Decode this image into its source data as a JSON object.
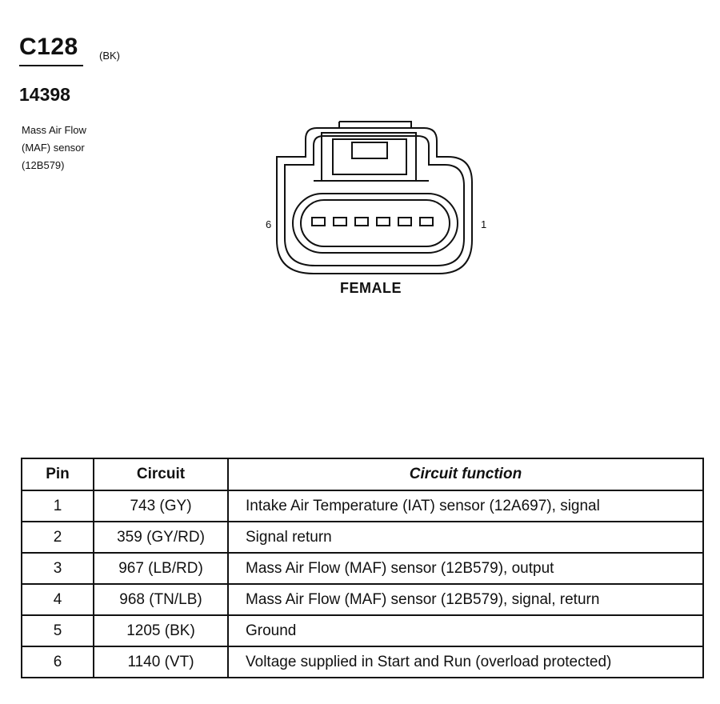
{
  "connector": {
    "id": "C128",
    "color_code": "(BK)",
    "part_number": "14398",
    "component_lines": [
      "Mass Air Flow",
      "(MAF) sensor",
      "(12B579)"
    ]
  },
  "diagram": {
    "pin_left_label": "6",
    "pin_right_label": "1",
    "gender": "FEMALE",
    "cavity_count": 6
  },
  "table": {
    "headers": {
      "pin": "Pin",
      "circuit": "Circuit",
      "function": "Circuit function"
    },
    "rows": [
      {
        "pin": "1",
        "circuit": "743 (GY)",
        "function": "Intake Air Temperature (IAT) sensor (12A697), signal"
      },
      {
        "pin": "2",
        "circuit": "359 (GY/RD)",
        "function": "Signal return"
      },
      {
        "pin": "3",
        "circuit": "967 (LB/RD)",
        "function": "Mass Air Flow (MAF) sensor (12B579), output"
      },
      {
        "pin": "4",
        "circuit": "968 (TN/LB)",
        "function": "Mass Air Flow (MAF) sensor (12B579), signal, return"
      },
      {
        "pin": "5",
        "circuit": "1205 (BK)",
        "function": "Ground"
      },
      {
        "pin": "6",
        "circuit": "1140 (VT)",
        "function": "Voltage supplied in Start and Run (overload protected)"
      }
    ]
  }
}
